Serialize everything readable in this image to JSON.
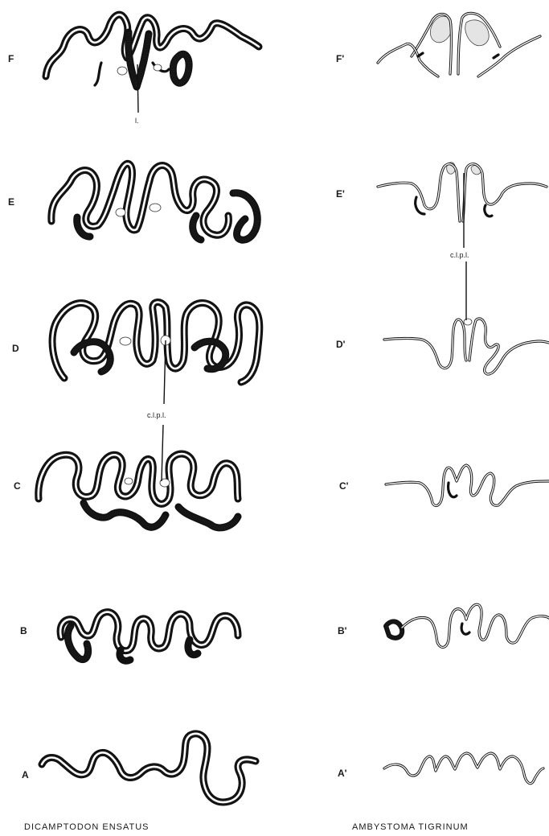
{
  "left_column": {
    "caption": "DICAMPTODON ENSATUS",
    "stage_labels": [
      "F",
      "E",
      "D",
      "C",
      "B",
      "A"
    ],
    "annotations": {
      "l_label": "l.",
      "clpl_label": "c.l.p.l."
    }
  },
  "right_column": {
    "caption": "AMBYSTOMA TIGRINUM",
    "stage_labels": [
      "F'",
      "E'",
      "D'",
      "C'",
      "B'",
      "A'"
    ],
    "annotations": {
      "clpl_label": "c.l.p.l."
    }
  }
}
